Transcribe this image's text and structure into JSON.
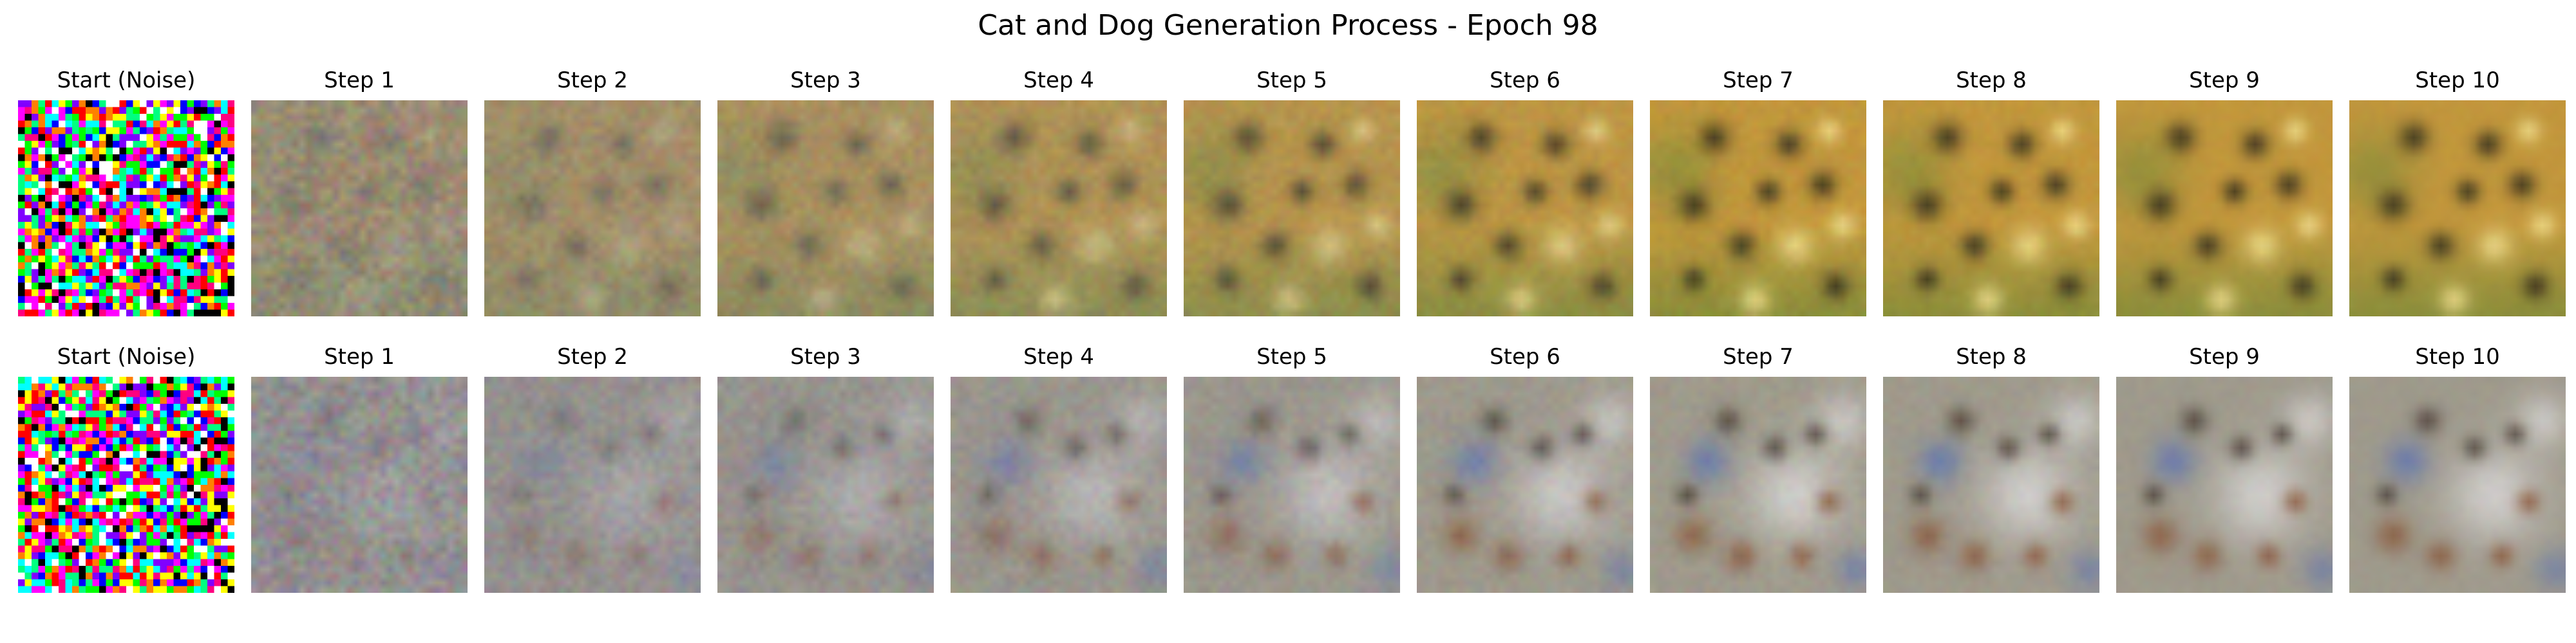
{
  "figure": {
    "title": "Cat and Dog Generation Process - Epoch 98"
  },
  "rows": [
    {
      "panels": [
        {
          "label": "Start (Noise)"
        },
        {
          "label": "Step 1"
        },
        {
          "label": "Step 2"
        },
        {
          "label": "Step 3"
        },
        {
          "label": "Step 4"
        },
        {
          "label": "Step 5"
        },
        {
          "label": "Step 6"
        },
        {
          "label": "Step 7"
        },
        {
          "label": "Step 8"
        },
        {
          "label": "Step 9"
        },
        {
          "label": "Step 10"
        }
      ]
    },
    {
      "panels": [
        {
          "label": "Start (Noise)"
        },
        {
          "label": "Step 1"
        },
        {
          "label": "Step 2"
        },
        {
          "label": "Step 3"
        },
        {
          "label": "Step 4"
        },
        {
          "label": "Step 5"
        },
        {
          "label": "Step 6"
        },
        {
          "label": "Step 7"
        },
        {
          "label": "Step 8"
        },
        {
          "label": "Step 9"
        },
        {
          "label": "Step 10"
        }
      ]
    }
  ],
  "palettes": {
    "row_1": {
      "base": "#c2973c",
      "light": "#f1e08f",
      "dark": "#38321e",
      "green": "#6f8a3b",
      "noise_grey": "#8f8a85"
    },
    "row_2": {
      "base": "#9f9a8c",
      "light": "#ecebf0",
      "dark": "#483c34",
      "blue": "#5d74b3",
      "brown": "#8a5a3e",
      "noise_grey": "#8e8b90"
    }
  }
}
